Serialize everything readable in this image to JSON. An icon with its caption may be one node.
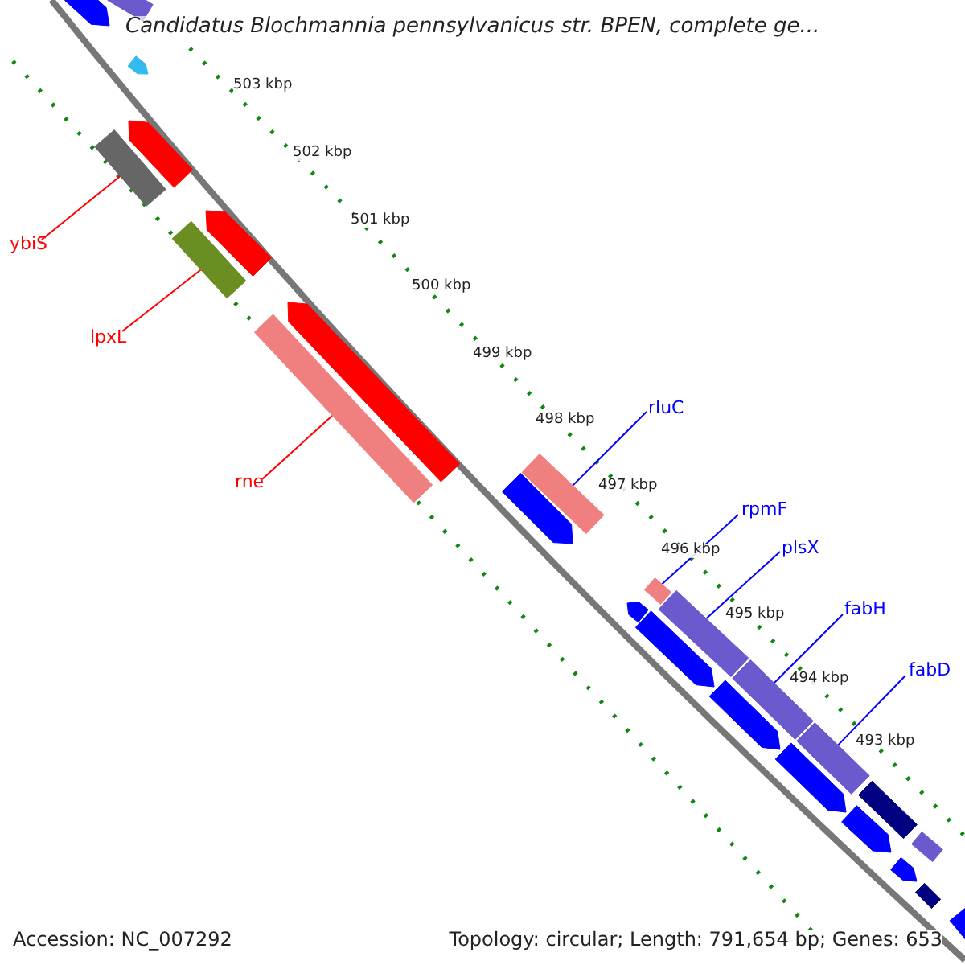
{
  "diagram": {
    "title": "Candidatus Blochmannia pennsylvanicus str. BPEN, complete ge...",
    "nodes": [
      {
        "text": [
          "ybiS"
        ]
      },
      {
        "text": [],
        "shape": "bar"
      },
      {
        "text": [
          "lpxL"
        ]
      },
      {
        "text": [],
        "shape": "bar"
      },
      {
        "text": [
          "rne"
        ]
      },
      {
        "text": [],
        "shape": "bar"
      },
      {
        "text": [
          "rluC"
        ]
      },
      {
        "text": [],
        "shape": "bar"
      },
      {
        "text": [
          "rpmF"
        ]
      },
      {
        "text": [],
        "shape": "bar"
      },
      {
        "text": [
          "plsX"
        ]
      },
      {
        "text": [],
        "shape": "bar"
      },
      {
        "text": [
          "fabH"
        ]
      },
      {
        "text": [],
        "shape": "bar"
      },
      {
        "text": [
          "fabD"
        ]
      },
      {
        "text": [],
        "shape": "bar"
      },
      {
        "text": [],
        "shape": "bar"
      },
      {
        "text": [],
        "shape": "bar"
      },
      {
        "text": [],
        "shape": "bar"
      },
      {
        "text": [],
        "shape": "bar"
      },
      {
        "text": [],
        "shape": "bar"
      },
      {
        "text": [],
        "shape": "bar"
      },
      {
        "text": [],
        "shape": "bar"
      },
      {
        "text": [],
        "shape": "bar"
      },
      {
        "text": [],
        "shape": "bar"
      },
      {
        "text": [],
        "shape": "bar"
      },
      {
        "text": [],
        "shape": "bar"
      },
      {
        "text": [],
        "shape": "bar"
      },
      {
        "text": [],
        "shape": "bar"
      },
      {
        "text": [],
        "shape": "bar"
      },
      {
        "text": [],
        "shape": "bar"
      },
      {
        "text": [],
        "shape": "bar"
      },
      {
        "text": [],
        "shape": "bar"
      }
    ],
    "edges": [
      {
        "from": 0,
        "to": 1,
        "arrow": "none",
        "color": "#ff0000"
      },
      {
        "from": 2,
        "to": 3,
        "arrow": "none",
        "color": "#ff0000"
      },
      {
        "from": 4,
        "to": 5,
        "arrow": "none",
        "color": "#ff0000"
      },
      {
        "from": 6,
        "to": 7,
        "arrow": "none"
      },
      {
        "from": 8,
        "to": 9,
        "arrow": "none"
      },
      {
        "from": 10,
        "to": 11,
        "arrow": "none"
      },
      {
        "from": 12,
        "to": 13,
        "arrow": "none"
      },
      {
        "from": 14,
        "to": 15,
        "arrow": "none"
      }
    ],
    "labels": [
      "503 kbp",
      "502 kbp",
      "501 kbp",
      "500 kbp",
      "499 kbp",
      "498 kbp",
      "497 kbp",
      "496 kbp",
      "495 kbp",
      "494 kbp",
      "493 kbp",
      "Accession: NC_007292",
      "Topology: circular; Length: 791,654 bp; Genes: 653"
    ]
  }
}
